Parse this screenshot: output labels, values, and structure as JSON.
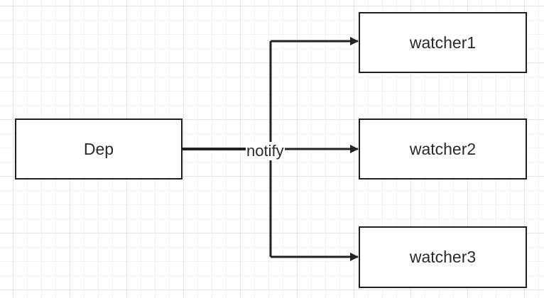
{
  "diagram": {
    "source": {
      "label": "Dep"
    },
    "targets": [
      {
        "label": "watcher1"
      },
      {
        "label": "watcher2"
      },
      {
        "label": "watcher3"
      }
    ],
    "edge_label": "notify"
  }
}
